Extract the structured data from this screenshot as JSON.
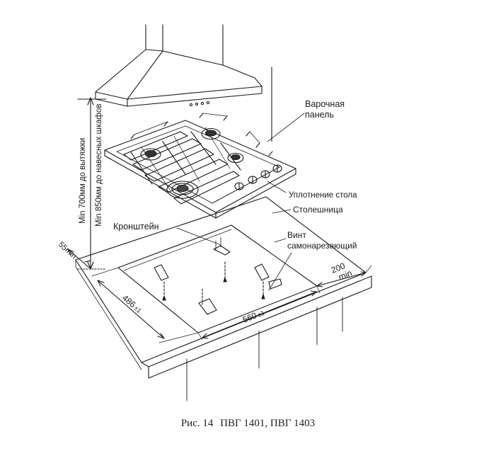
{
  "labels": {
    "cooking_panel_line1": "Варочная",
    "cooking_panel_line2": "панель",
    "table_seal": "Уплотнение стола",
    "countertop": "Столешница",
    "bracket": "Кронштейн",
    "screw_line1": "Винт",
    "screw_line2": "самонарезающий",
    "min_hood": "Min 700мм до вытяжки",
    "min_cabinets": "Min 850мм до навесных шкафов"
  },
  "dimensions": {
    "depth": "486",
    "depth_tol": "±1",
    "width": "560",
    "width_tol": "±1",
    "wall_gap": "55min",
    "side_gap_value": "200",
    "side_gap_unit": "min"
  },
  "caption": {
    "figure": "Рис. 14",
    "models": "ПВГ 1401, ПВГ 1403"
  },
  "icons": [
    "range-hood-icon",
    "gas-hob-icon",
    "burner-icon",
    "control-knob-icon",
    "bracket-icon",
    "screw-icon",
    "countertop-icon"
  ]
}
